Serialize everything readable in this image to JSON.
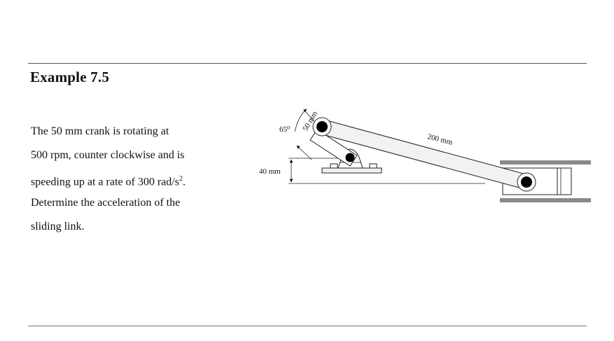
{
  "example": {
    "title": "Example 7.5"
  },
  "problem": {
    "line1": "The 50 mm crank is rotating at",
    "line2": "500 rpm, counter clockwise and is",
    "line3_text": "speeding up at a rate of 300 rad/s",
    "line3_sup": "2",
    "line3_end": ".",
    "line4": "Determine the acceleration of the",
    "line5": "sliding link."
  },
  "figure": {
    "angle_label": "65⁰",
    "crank_label": "50 mm",
    "height_label": "40 mm",
    "rod_label": "200 mm"
  }
}
